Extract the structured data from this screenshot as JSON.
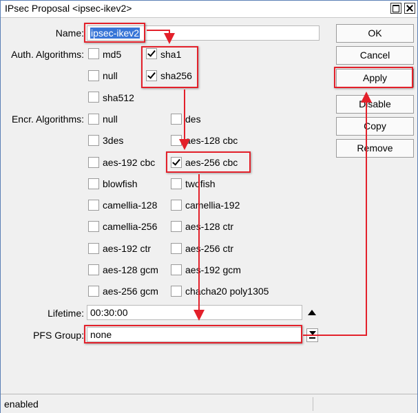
{
  "window": {
    "title": "IPsec Proposal <ipsec-ikev2>"
  },
  "form": {
    "name_label": "Name:",
    "name_value": "ipsec-ikev2",
    "auth_label": "Auth. Algorithms:",
    "auth": [
      {
        "label": "md5",
        "checked": false
      },
      {
        "label": "sha1",
        "checked": true
      },
      {
        "label": "null",
        "checked": false
      },
      {
        "label": "sha256",
        "checked": true
      },
      {
        "label": "sha512",
        "checked": false
      }
    ],
    "encr_label": "Encr. Algorithms:",
    "encr": [
      {
        "label": "null",
        "checked": false
      },
      {
        "label": "des",
        "checked": false
      },
      {
        "label": "3des",
        "checked": false
      },
      {
        "label": "aes-128 cbc",
        "checked": false
      },
      {
        "label": "aes-192 cbc",
        "checked": false
      },
      {
        "label": "aes-256 cbc",
        "checked": true
      },
      {
        "label": "blowfish",
        "checked": false
      },
      {
        "label": "twofish",
        "checked": false
      },
      {
        "label": "camellia-128",
        "checked": false
      },
      {
        "label": "camellia-192",
        "checked": false
      },
      {
        "label": "camellia-256",
        "checked": false
      },
      {
        "label": "aes-128 ctr",
        "checked": false
      },
      {
        "label": "aes-192 ctr",
        "checked": false
      },
      {
        "label": "aes-256 ctr",
        "checked": false
      },
      {
        "label": "aes-128 gcm",
        "checked": false
      },
      {
        "label": "aes-192 gcm",
        "checked": false
      },
      {
        "label": "aes-256 gcm",
        "checked": false
      },
      {
        "label": "chacha20 poly1305",
        "checked": false
      }
    ],
    "lifetime_label": "Lifetime:",
    "lifetime_value": "00:30:00",
    "pfs_label": "PFS Group:",
    "pfs_value": "none"
  },
  "buttons": {
    "ok": "OK",
    "cancel": "Cancel",
    "apply": "Apply",
    "disable": "Disable",
    "copy": "Copy",
    "remove": "Remove"
  },
  "status": {
    "text": "enabled"
  },
  "colors": {
    "highlight": "#e3202a",
    "selection": "#3875d7"
  }
}
